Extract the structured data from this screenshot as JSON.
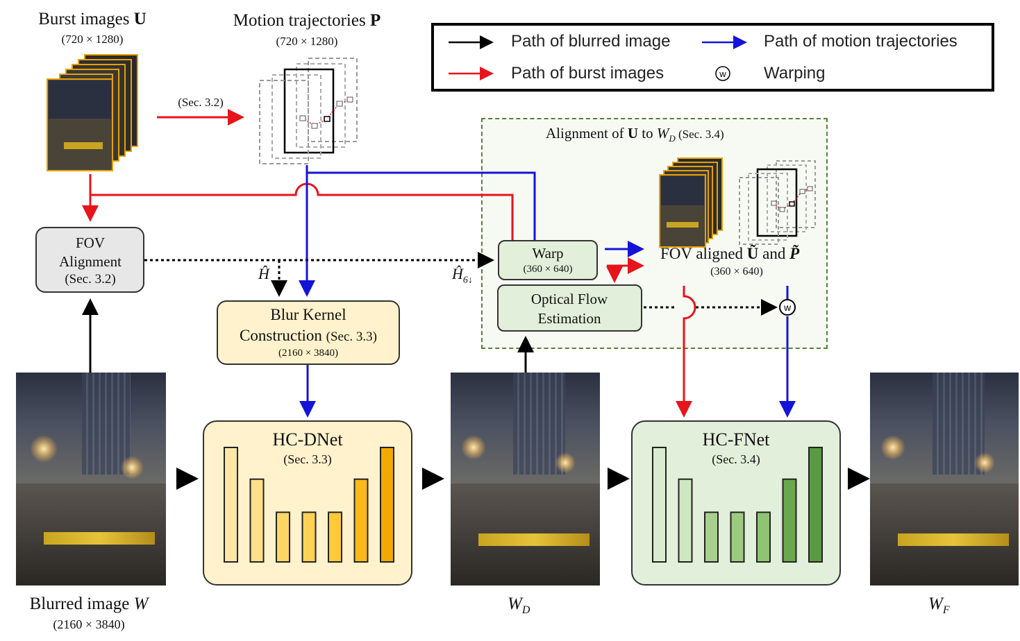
{
  "top": {
    "burst_title": "Burst images ",
    "burst_title_bold": "U",
    "burst_res": "(720 × 1280)",
    "motion_title": "Motion trajectories ",
    "motion_title_bold": "P",
    "motion_res": "(720 × 1280)",
    "sec_32": "(Sec. 3.2)"
  },
  "legend": {
    "blurred": "Path of blurred image",
    "motion": "Path of motion trajectories",
    "burst": "Path of burst images",
    "warping": "Warping",
    "warp_symbol": "w"
  },
  "alignment": {
    "title_a": "Alignment of ",
    "title_u": "U",
    "title_b": " to ",
    "title_w": "W",
    "title_sub": "D",
    "title_sec": "(Sec. 3.4)",
    "fov_label_a": "FOV aligned ",
    "fov_u": "Ũ",
    "fov_and": " and ",
    "fov_p": "P̃",
    "fov_res": "(360 × 640)"
  },
  "fov_box": {
    "line1": "FOV",
    "line2": "Alignment",
    "line3": "(Sec. 3.2)"
  },
  "warp_box": {
    "label": "Warp",
    "res": "(360 × 640)"
  },
  "flow_box": {
    "line1": "Optical Flow",
    "line2": "Estimation"
  },
  "blur_box": {
    "line1": "Blur Kernel",
    "line2": "Construction",
    "sec": "(Sec. 3.3)",
    "res": "(2160 × 3840)"
  },
  "hc_dnet": {
    "title": "HC-DNet",
    "sec": "(Sec. 3.3)",
    "bar_heights": [
      0.83,
      0.6,
      0.36,
      0.36,
      0.36,
      0.6,
      0.83
    ]
  },
  "hc_fnet": {
    "title": "HC-FNet",
    "sec": "(Sec. 3.4)",
    "bar_heights": [
      0.83,
      0.6,
      0.36,
      0.36,
      0.36,
      0.6,
      0.83
    ]
  },
  "hat_h": "Ĥ",
  "hat_h6": "Ĥ",
  "hat_h6_sub": "6↓",
  "blurred": {
    "label": "Blurred image ",
    "var": "W",
    "res": "(2160 × 3840)"
  },
  "wd": {
    "var": "W",
    "sub": "D"
  },
  "wf": {
    "var": "W",
    "sub": "F"
  },
  "colors": {
    "red": "#e8141b",
    "blue": "#1414d8",
    "black": "#000000",
    "yellow_box": "#fff2cc",
    "green_box": "#e2efda",
    "grey_box": "#e7e7e7",
    "dash_green": "#538135"
  }
}
